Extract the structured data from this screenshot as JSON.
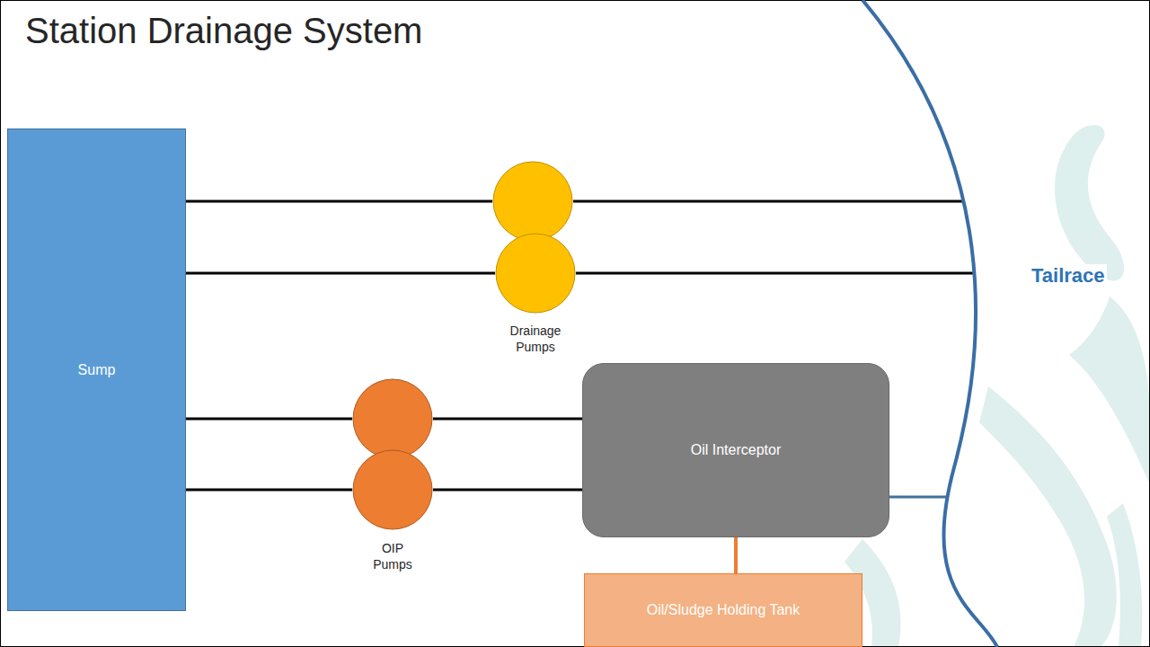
{
  "diagram": {
    "title": "Station Drainage System",
    "nodes": [
      {
        "text": [
          "Sump"
        ]
      },
      {
        "text": []
      },
      {
        "text": []
      },
      {
        "text": []
      },
      {
        "text": []
      },
      {
        "text": [
          "Oil Interceptor"
        ]
      },
      {
        "text": [
          "Oil/Sludge Holding Tank"
        ]
      },
      {
        "text": [
          "Tailrace"
        ]
      }
    ],
    "edges": [
      {
        "from": 0,
        "to": 1,
        "arrow": "none"
      },
      {
        "from": 1,
        "to": 7,
        "arrow": "none"
      },
      {
        "from": 0,
        "to": 2,
        "arrow": "none"
      },
      {
        "from": 2,
        "to": 7,
        "arrow": "none"
      },
      {
        "from": 0,
        "to": 3,
        "arrow": "none"
      },
      {
        "from": 3,
        "to": 5,
        "arrow": "none"
      },
      {
        "from": 0,
        "to": 4,
        "arrow": "none"
      },
      {
        "from": 4,
        "to": 5,
        "arrow": "none"
      },
      {
        "from": 5,
        "to": 7,
        "arrow": "none"
      },
      {
        "from": 5,
        "to": 6,
        "arrow": "none"
      }
    ],
    "labels": [
      "Drainage Pumps",
      "OIP Pumps"
    ]
  }
}
